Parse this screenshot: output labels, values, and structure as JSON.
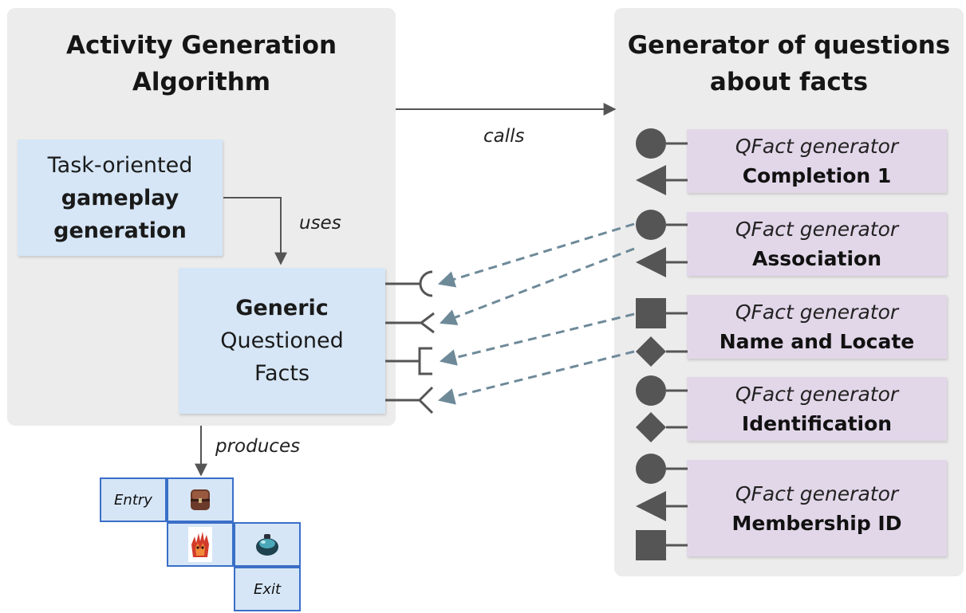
{
  "left_panel": {
    "title_line1": "Activity Generation",
    "title_line2": "Algorithm",
    "task_box": {
      "line1": "Task-oriented",
      "line2": "gameplay",
      "line3": "generation"
    },
    "facts_box": {
      "line1": "Generic",
      "line2": "Questioned",
      "line3": "Facts"
    }
  },
  "right_panel": {
    "title_line1": "Generator of questions",
    "title_line2": "about facts",
    "generators": [
      {
        "kind": "QFact generator",
        "name": "Completion 1"
      },
      {
        "kind": "QFact generator",
        "name": "Association"
      },
      {
        "kind": "QFact generator",
        "name": "Name and Locate"
      },
      {
        "kind": "QFact generator",
        "name": "Identification"
      },
      {
        "kind": "QFact generator",
        "name": "Membership ID"
      }
    ]
  },
  "labels": {
    "calls": "calls",
    "uses": "uses",
    "produces": "produces"
  },
  "grid": {
    "entry": "Entry",
    "exit": "Exit"
  },
  "icons": [
    "chest-icon",
    "fire-creature-icon",
    "potion-icon"
  ]
}
